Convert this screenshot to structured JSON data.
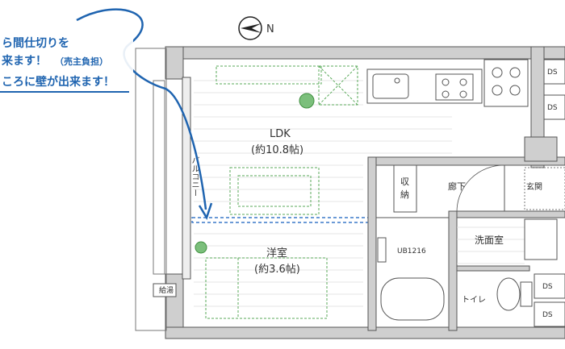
{
  "annotation": {
    "line1": "ら間仕切りを",
    "line2_main": "来ます！",
    "line2_sub": "（売主負担）",
    "line3": "ころに壁が出来ます！",
    "color": "#1f64b0"
  },
  "compass": {
    "north": "N"
  },
  "rooms": {
    "ldk_name": "LDK",
    "ldk_size": "(約10.8帖)",
    "western_name": "洋室",
    "western_size": "(約3.6帖)",
    "storage": [
      "収",
      "納"
    ],
    "hallway": "廊下",
    "entrance": "玄関",
    "washroom": "洗面室",
    "toilet": "トイレ",
    "bath": "UB1216",
    "balcony": "バルコニー",
    "water_heater": "給湯",
    "ds": [
      "DS",
      "DS",
      "DS",
      "DS"
    ]
  },
  "colors": {
    "wall": "#cfcfcf",
    "wall_stroke": "#555555",
    "partition": "#3a78c8",
    "furniture": "#5aaa5a"
  }
}
